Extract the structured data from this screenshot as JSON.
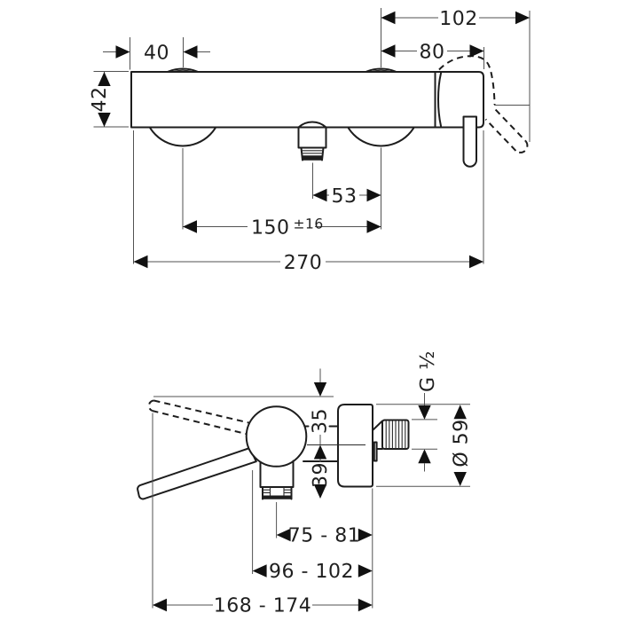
{
  "page": {
    "type": "technical-dimension-drawing",
    "background": "#ffffff",
    "line_color": "#1d1d1d",
    "dimension_line_color": "#4c4c4c",
    "text_color": "#1f1f1f"
  },
  "front_view": {
    "name": "wall-mounted-mixer-front-view",
    "dim_top_left_offset": "40",
    "dim_body_height": "42",
    "dim_handle_reach": "102",
    "dim_handle_length": "80",
    "dim_outlet_offset": "53",
    "dim_connection_centers": "150",
    "dim_connection_tolerance": "±16",
    "dim_total_width": "270"
  },
  "side_view": {
    "name": "wall-mounted-mixer-side-view",
    "dim_above_center": "35",
    "dim_below_center": "39",
    "dim_thread_size": "G ½",
    "dim_escutcheon_diameter": "Ø 59",
    "dim_wall_to_outlet": "75 - 81",
    "dim_wall_to_body": "96 - 102",
    "dim_wall_to_handle_tip": "168 - 174"
  }
}
